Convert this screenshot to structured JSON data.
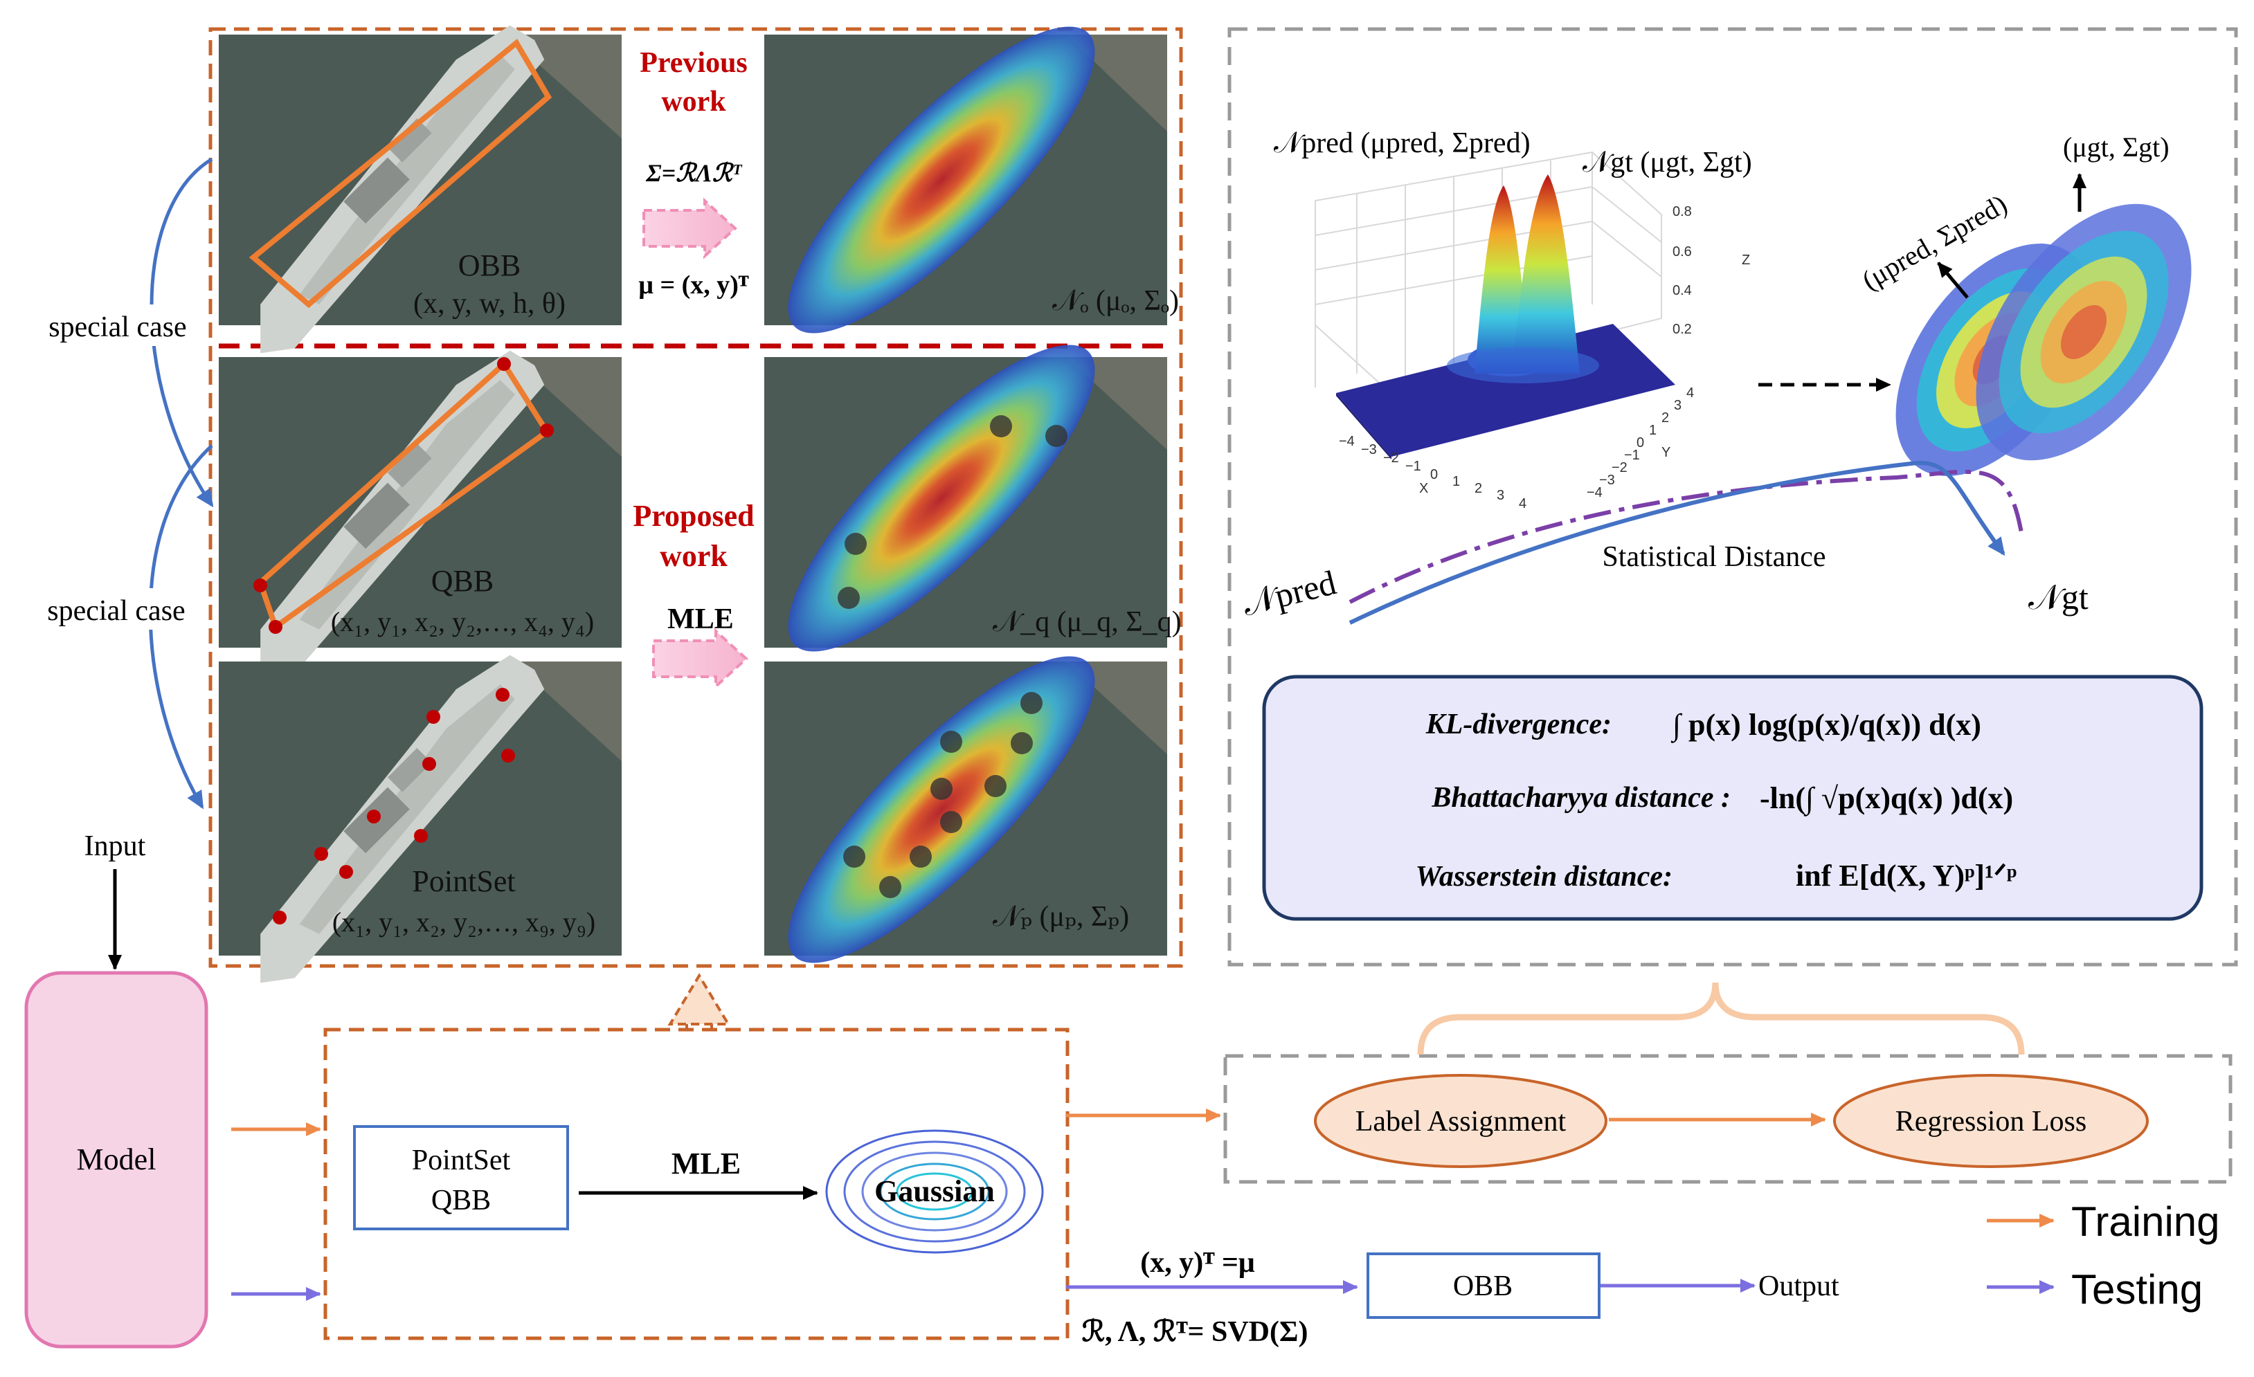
{
  "colors": {
    "orange_dash": "#c8642a",
    "red_text": "#c00000",
    "blue_arrow": "#4472c4",
    "purple_arrow": "#7b6fe0",
    "training_arrow": "#ee8a4a",
    "model_fill": "#f6d4e6",
    "model_border": "#e277b0",
    "ellipse_fill": "#fbe2d0",
    "ellipse_border": "#c8642a",
    "formula_fill": "#e8e8fa",
    "formula_border": "#1f3864",
    "gray_dash": "#9a9a9a",
    "water": "#4b5a55"
  },
  "left_labels": {
    "special_case_1": "special case",
    "special_case_2": "special case",
    "input": "Input",
    "model": "Model"
  },
  "panels": {
    "obb": {
      "name": "OBB",
      "params": "(x, y, w, h, θ)"
    },
    "qbb": {
      "name": "QBB",
      "params": "(x₁, y₁, x₂, y₂,…, x₄, y₄)"
    },
    "pointset": {
      "name": "PointSet",
      "params": "(x₁, y₁, x₂, y₂,…, x₉, y₉)"
    },
    "gauss_o": "𝒩ₒ (μₒ, Σₒ)",
    "gauss_q": "𝒩_q (μ_q, Σ_q)",
    "gauss_p": "𝒩ₚ (μₚ, Σₚ)"
  },
  "middle": {
    "previous_line1": "Previous",
    "previous_line2": "work",
    "sigma_formula": "Σ=ℛΛℛᵀ",
    "mu_formula": "μ = (x, y)ᵀ",
    "proposed_line1": "Proposed",
    "proposed_line2": "work",
    "mle": "MLE"
  },
  "right_top": {
    "n_pred_label": "𝒩pred (μpred, Σpred)",
    "n_gt_label": "𝒩gt (μgt, Σgt)",
    "axis_ticks_z": [
      "0.8",
      "0.6",
      "0.4",
      "0.2"
    ],
    "axis_label_z": "Z",
    "axis_ticks_x": [
      "−4",
      "−3",
      "−2",
      "−1",
      "0",
      "1",
      "2",
      "3",
      "4"
    ],
    "axis_label_x": "X",
    "axis_ticks_y": [
      "4",
      "3",
      "2",
      "1",
      "0",
      "−1",
      "−2",
      "−3",
      "−4"
    ],
    "axis_label_y": "Y",
    "ellipse_pred_label": "(μpred, Σpred)",
    "ellipse_gt_label": "(μgt, Σgt)",
    "statistical_distance": "Statistical Distance",
    "n_pred_curve": "𝒩pred",
    "n_gt_curve": "𝒩gt"
  },
  "formulas": {
    "kl_name": "KL-divergence:",
    "kl_expr": "∫ p(x) log(p(x)/q(x)) d(x)",
    "bh_name": "Bhattacharyya distance :",
    "bh_expr": "-ln(∫ √p(x)q(x) )d(x)",
    "ws_name": "Wasserstein distance:",
    "ws_expr": "inf E[d(X, Y)ᵖ]¹ᐟᵖ"
  },
  "bottom": {
    "pointset": "PointSet",
    "qbb": "QBB",
    "mle": "MLE",
    "gaussian": "Gaussian",
    "label_assignment": "Label Assignment",
    "regression_loss": "Regression Loss",
    "mu_eq": "(x, y)ᵀ =μ",
    "svd_eq": "ℛ, Λ, ℛᵀ= SVD(Σ)",
    "obb": "OBB",
    "output": "Output",
    "training": "Training",
    "testing": "Testing"
  }
}
